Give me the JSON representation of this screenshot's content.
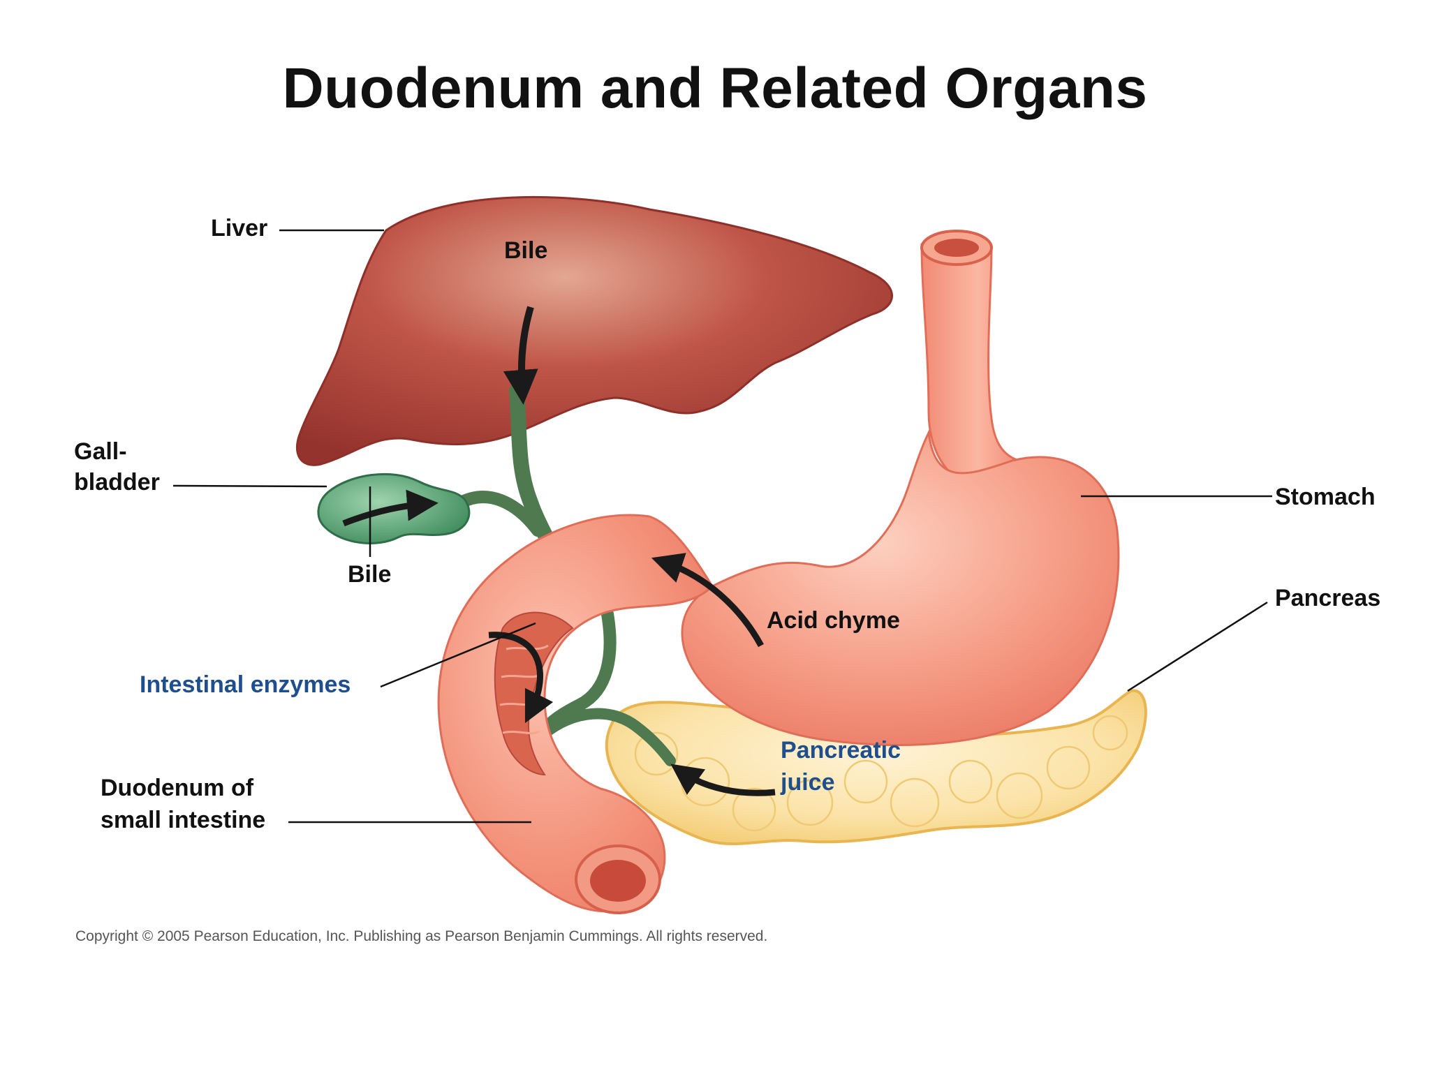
{
  "slide": {
    "title": "Duodenum and Related Organs",
    "copyright": "Copyright ©  2005 Pearson Education, Inc. Publishing as Pearson Benjamin Cummings. All rights reserved."
  },
  "labels": {
    "liver": "Liver",
    "bile_top": "Bile",
    "gallbladder_line1": "Gall-",
    "gallbladder_line2": "bladder",
    "bile_bottom": "Bile",
    "stomach": "Stomach",
    "pancreas": "Pancreas",
    "acid_chyme": "Acid chyme",
    "intestinal_enzymes": "Intestinal enzymes",
    "pancreatic_juice_line1": "Pancreatic",
    "pancreatic_juice_line2": "juice",
    "duodenum_line1": "Duodenum of",
    "duodenum_line2": "small intestine"
  },
  "colors": {
    "text": "#111111",
    "blue_label": "#1f4e8c",
    "liver": "#b5463e",
    "gallbladder": "#3f8f5f",
    "bile_duct": "#4f7a4f",
    "stomach": "#f08f7a",
    "duodenum": "#f28c78",
    "pancreas": "#f7d98a",
    "arrow": "#1a1a1a"
  }
}
